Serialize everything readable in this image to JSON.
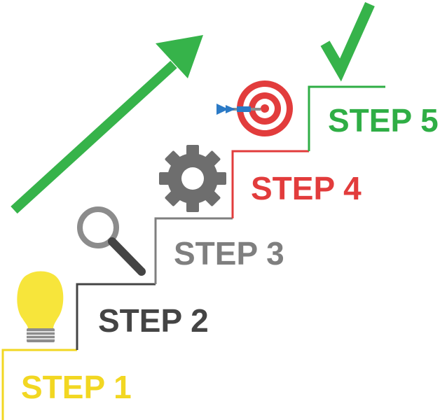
{
  "colors": {
    "step1": "#f2d722",
    "step2": "#444444",
    "step3": "#7f7f7f",
    "step4": "#e23c3c",
    "step5": "#2fae45",
    "arrow": "#36b34a",
    "check": "#36b34a",
    "bulb": "#f7e53b",
    "bulb_base": "#8c8c8c",
    "magnifier": "#8c8c8c",
    "gear": "#6e6e6e",
    "target_red": "#e23c3c",
    "dart_blue": "#2b7ac6",
    "dart_shaft": "#8c8c8c"
  },
  "icons": {
    "step1": "lightbulb-icon",
    "step2": "magnifier-icon",
    "step3": "gear-icon",
    "step4": "target-icon",
    "step5": "checkmark-icon",
    "growth": "up-arrow-icon"
  },
  "steps": [
    {
      "label": "STEP 1"
    },
    {
      "label": "STEP 2"
    },
    {
      "label": "STEP 3"
    },
    {
      "label": "STEP 4"
    },
    {
      "label": "STEP 5"
    }
  ]
}
